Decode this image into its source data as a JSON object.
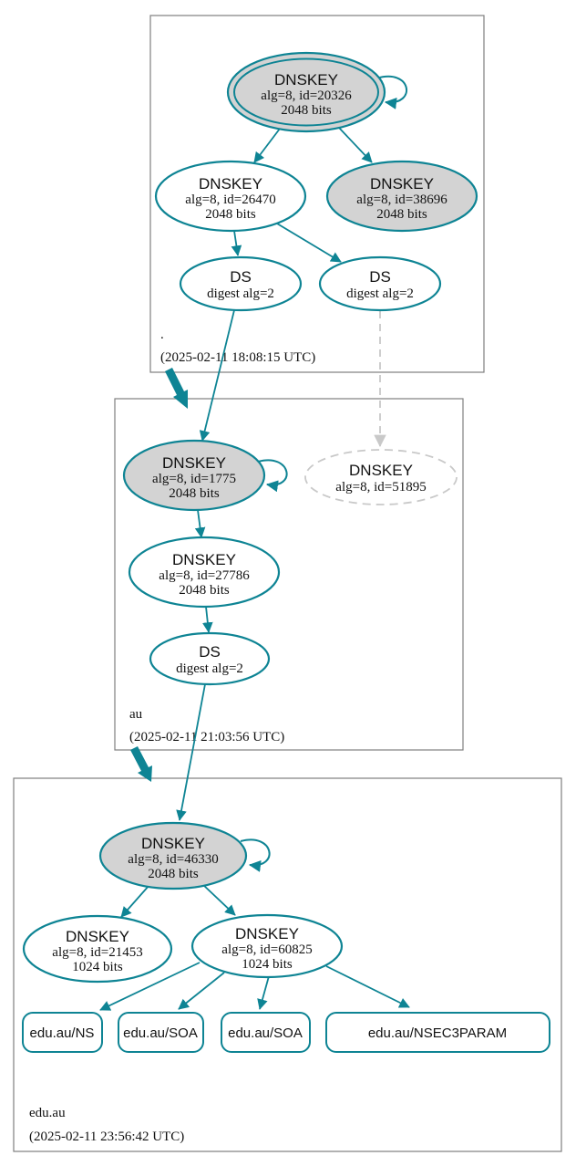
{
  "diagram": {
    "title": "DNSSEC authentication chain graph",
    "colors": {
      "secure_teal": "#0e8494",
      "gray_node_fill": "#d3d3d3",
      "white_node_fill": "#ffffff",
      "dashed_gray": "#c9c9c9",
      "zone_box_border": "#7f7f7f"
    },
    "zones": [
      {
        "label": ".",
        "timestamp": "(2025-02-11 18:08:15 UTC)",
        "nodes": {
          "ksk": {
            "title": "DNSKEY",
            "detail": "alg=8, id=20326",
            "bits": "2048 bits"
          },
          "zsk": {
            "title": "DNSKEY",
            "detail": "alg=8, id=26470",
            "bits": "2048 bits"
          },
          "ksk2": {
            "title": "DNSKEY",
            "detail": "alg=8, id=38696",
            "bits": "2048 bits"
          },
          "ds1": {
            "title": "DS",
            "detail": "digest alg=2"
          },
          "ds2": {
            "title": "DS",
            "detail": "digest alg=2"
          }
        }
      },
      {
        "label": "au",
        "timestamp": "(2025-02-11 21:03:56 UTC)",
        "nodes": {
          "ksk": {
            "title": "DNSKEY",
            "detail": "alg=8, id=1775",
            "bits": "2048 bits"
          },
          "missing": {
            "title": "DNSKEY",
            "detail": "alg=8, id=51895"
          },
          "zsk": {
            "title": "DNSKEY",
            "detail": "alg=8, id=27786",
            "bits": "2048 bits"
          },
          "ds": {
            "title": "DS",
            "detail": "digest alg=2"
          }
        }
      },
      {
        "label": "edu.au",
        "timestamp": "(2025-02-11 23:56:42 UTC)",
        "nodes": {
          "ksk": {
            "title": "DNSKEY",
            "detail": "alg=8, id=46330",
            "bits": "2048 bits"
          },
          "zsk1": {
            "title": "DNSKEY",
            "detail": "alg=8, id=21453",
            "bits": "1024 bits"
          },
          "zsk2": {
            "title": "DNSKEY",
            "detail": "alg=8, id=60825",
            "bits": "1024 bits"
          },
          "records": [
            {
              "label": "edu.au/NS"
            },
            {
              "label": "edu.au/SOA"
            },
            {
              "label": "edu.au/SOA"
            },
            {
              "label": "edu.au/NSEC3PARAM"
            }
          ]
        }
      }
    ]
  }
}
